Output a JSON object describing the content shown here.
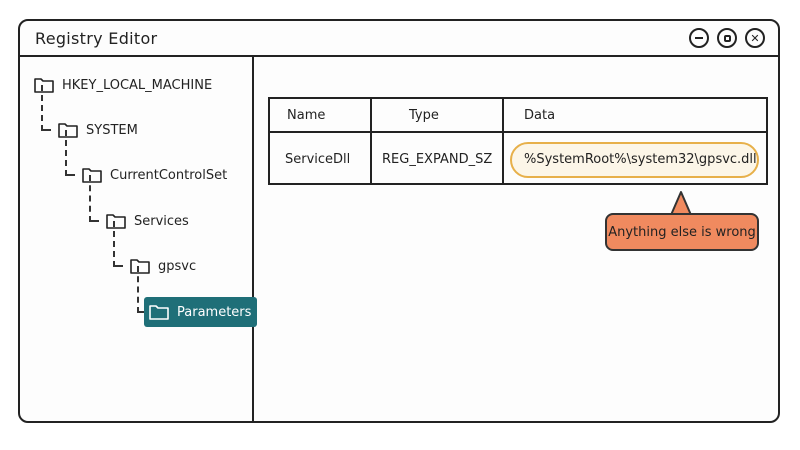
{
  "window": {
    "title": "Registry Editor",
    "buttons": {
      "minimize": "−",
      "maximize": "□",
      "close": "✕"
    }
  },
  "tree": {
    "items": [
      {
        "label": "HKEY_LOCAL_MACHINE",
        "icon": "folder-icon"
      },
      {
        "label": "SYSTEM",
        "icon": "folder-icon"
      },
      {
        "label": "CurrentControlSet",
        "icon": "folder-icon"
      },
      {
        "label": "Services",
        "icon": "folder-icon"
      },
      {
        "label": "gpsvc",
        "icon": "folder-icon"
      },
      {
        "label": "Parameters",
        "icon": "folder-icon",
        "selected": true
      }
    ]
  },
  "table": {
    "headers": {
      "name": "Name",
      "type": "Type",
      "data": "Data"
    },
    "rows": [
      {
        "name": "ServiceDll",
        "type": "REG_EXPAND_SZ",
        "data": "%SystemRoot%\\system32\\gpsvc.dll"
      }
    ]
  },
  "annotation": {
    "callout_text": "Anything else is wrong"
  },
  "colors": {
    "selected_bg": "#1f6f78",
    "highlight_ring": "#e7b04a",
    "callout_bg": "#f08a5f"
  }
}
